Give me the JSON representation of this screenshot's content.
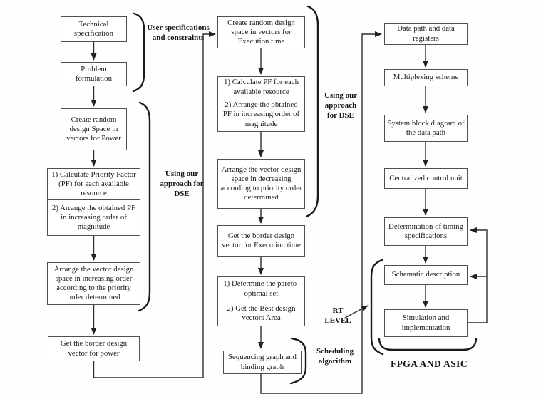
{
  "flow": {
    "left": {
      "technical_specification": "Technical specification",
      "problem_formulation": "Problem formulation",
      "create_random_power": "Create random design Space in vectors for Power",
      "calculate_pf_power": "1) Calculate Priority Factor (PF) for each available resource",
      "arrange_pf_power": "2) Arrange the obtained PF in increasing order of magnitude",
      "arrange_increasing_order": "Arrange the vector design space in increasing order according to the priority order determined",
      "border_vector_power": "Get the border design vector for power"
    },
    "middle": {
      "create_random_execution": "Create random design space in vectors for Execution time",
      "calculate_pf_execution": "1) Calculate PF for each available resource",
      "arrange_pf_execution": "2) Arrange the obtained PF in increasing order of magnitude",
      "arrange_decreasing_order": "Arrange the vector design space in decreasing according to priority order determined",
      "border_vector_execution": "Get the border design vector for Execution time",
      "determine_pareto": "1) Determine the pareto-optimal set",
      "best_design_vectors": "2) Get the Best design vectors Area",
      "sequencing_binding_graph": "Sequencing graph and binding graph"
    },
    "right": {
      "data_path_registers": "Data path and data registers",
      "multiplexing_scheme": "Multiplexing scheme",
      "system_block_diagram": "System block diagram of the data path",
      "centralized_control_unit": "Centralized control unit",
      "timing_specifications": "Determination of timing specifications",
      "schematic_description": "Schematic description",
      "simulation_implementation": "Simulation and implementation"
    }
  },
  "annotations": {
    "user_specifications": "User specifications and constraints",
    "dse_left": "Using our approach for DSE",
    "dse_middle": "Using our approach for DSE",
    "rt_level": "RT LEVEL",
    "scheduling_algorithm": "Scheduling algorithm",
    "fpga_and_asic": "FPGA AND ASIC"
  },
  "colors": {
    "background": "#fefefe",
    "box_fill": "#ffffff",
    "box_border": "#4f4f4f",
    "line": "#2e2e2e",
    "brace": "#1a1a1a",
    "text": "#1c1c1c"
  }
}
